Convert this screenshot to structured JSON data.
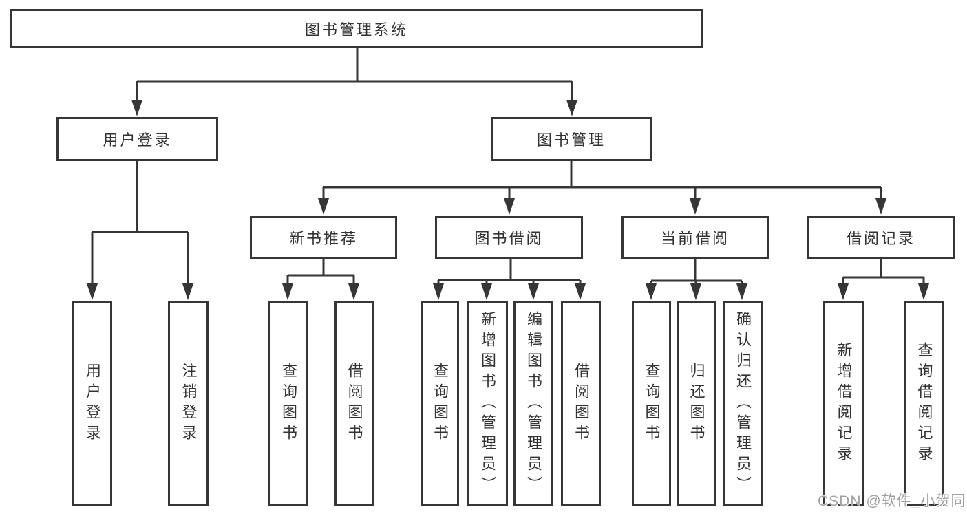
{
  "diagram": {
    "title": "图书管理系统",
    "level2": [
      {
        "id": "user-login",
        "label": "用户登录"
      },
      {
        "id": "book-management",
        "label": "图书管理"
      }
    ],
    "level3": [
      {
        "id": "new-book-recommend",
        "label": "新书推荐"
      },
      {
        "id": "book-borrow",
        "label": "图书借阅"
      },
      {
        "id": "current-borrow",
        "label": "当前借阅"
      },
      {
        "id": "borrow-records",
        "label": "借阅记录"
      }
    ],
    "leaves": [
      {
        "id": "user-login-leaf",
        "label": "用户登录"
      },
      {
        "id": "logout",
        "label": "注销登录"
      },
      {
        "id": "nb-query-books",
        "label": "查询图书"
      },
      {
        "id": "nb-borrow-books",
        "label": "借阅图书"
      },
      {
        "id": "bb-query-books",
        "label": "查询图书"
      },
      {
        "id": "bb-add-books",
        "label": "新增图书（管理员）"
      },
      {
        "id": "bb-edit-books",
        "label": "编辑图书（管理员）"
      },
      {
        "id": "bb-borrow-books",
        "label": "借阅图书"
      },
      {
        "id": "cb-query-books",
        "label": "查询图书"
      },
      {
        "id": "cb-return-books",
        "label": "归还图书"
      },
      {
        "id": "cb-confirm-return",
        "label": "确认归还（管理员）"
      },
      {
        "id": "rec-add-record",
        "label": "新增借阅记录"
      },
      {
        "id": "rec-query-record",
        "label": "查询借阅记录"
      }
    ],
    "colors": {
      "line": "#363636",
      "text": "#333333",
      "watermark": "#a0a0a0"
    }
  },
  "watermark": "CSDN @软件_小贺同学"
}
